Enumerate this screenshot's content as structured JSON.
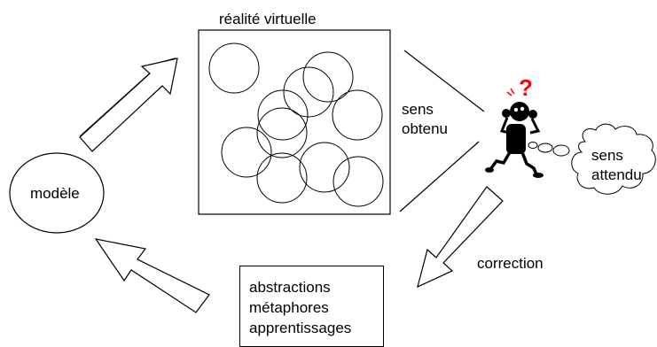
{
  "diagram": {
    "virtual_reality_title": "réalité virtuelle",
    "model_label": "modèle",
    "sens_obtenu": [
      "sens",
      "obtenu"
    ],
    "sens_attendu": [
      "sens",
      "attendu"
    ],
    "correction_label": "correction",
    "abstractions_box": [
      "abstractions",
      "métaphores",
      "apprentissages"
    ],
    "question_mark": "?",
    "icons": {
      "person": "confused-person-icon",
      "thought_bubble": "thought-bubble-icon"
    },
    "colors": {
      "line": "#000000",
      "background": "#ffffff",
      "question_mark": "#ff0000"
    }
  }
}
